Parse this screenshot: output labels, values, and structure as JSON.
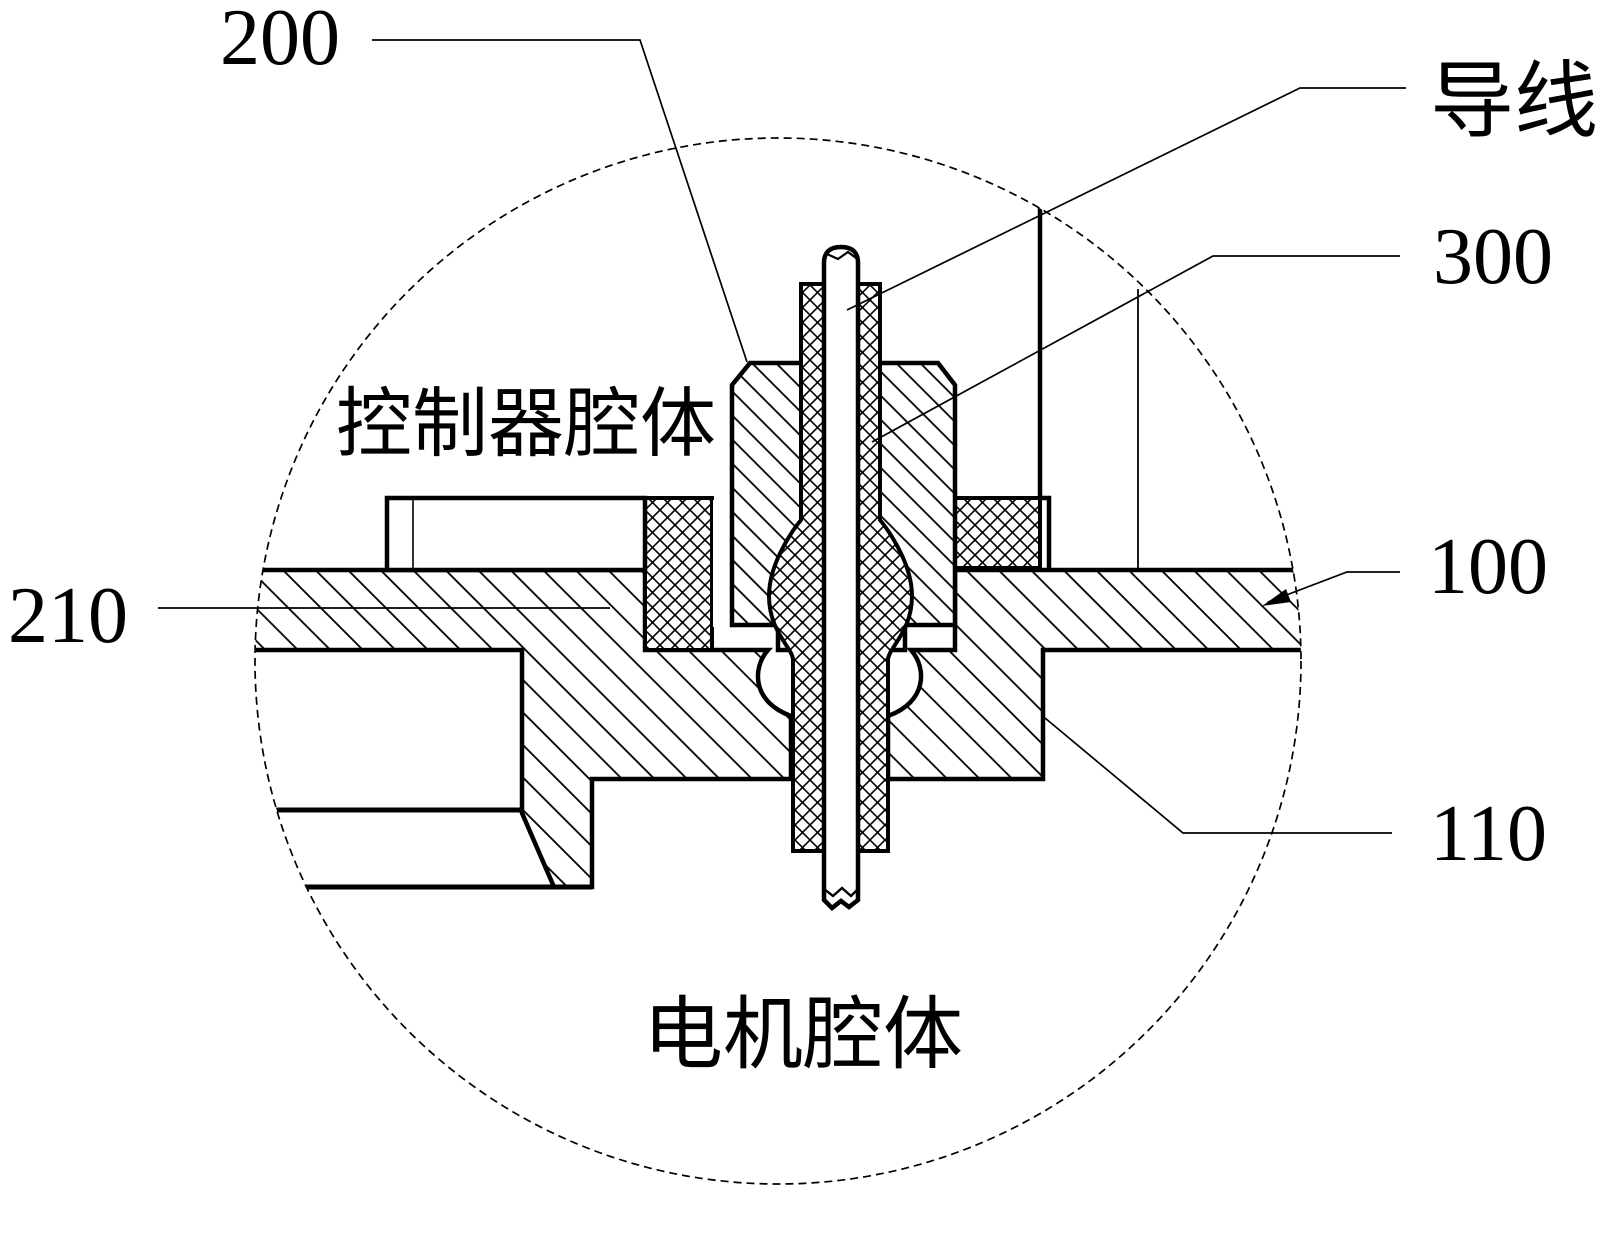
{
  "figure": {
    "type": "patent-cross-section-detail",
    "background": "#ffffff",
    "line_color": "#000000",
    "labels": {
      "ref200": "200",
      "wire": "导线",
      "ref300": "300",
      "ref100": "100",
      "ref110": "110",
      "ref210": "210",
      "cavity_top": "控制器腔体",
      "cavity_bottom": "电机腔体"
    }
  }
}
